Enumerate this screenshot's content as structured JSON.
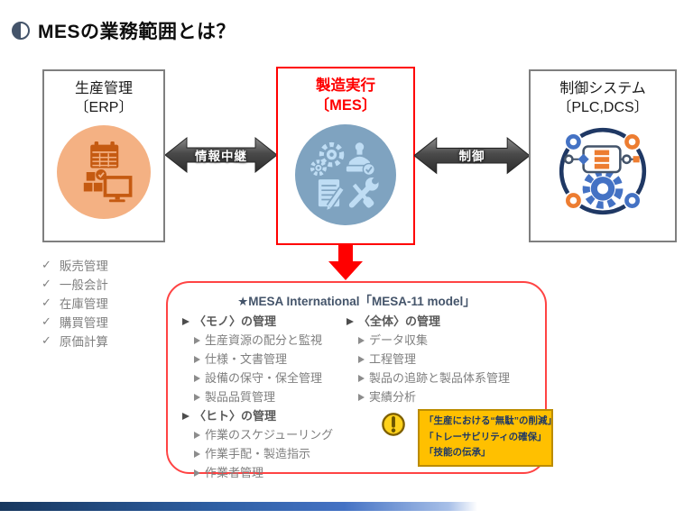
{
  "title": {
    "text": "MESの業務範囲とは？"
  },
  "boxes": {
    "erp": {
      "line1": "生産管理",
      "line2": "〔ERP〕"
    },
    "mes": {
      "line1": "製造実行",
      "line2": "〔MES〕"
    },
    "plc": {
      "line1": "制御システム",
      "line2": "〔PLC,DCS〕"
    }
  },
  "arrows": {
    "relay": "情報中継",
    "control": "制御"
  },
  "erp_functions": [
    "販売管理",
    "一般会計",
    "在庫管理",
    "購買管理",
    "原価計算"
  ],
  "icons": {
    "check": "✓",
    "warning": "exclamation-circle",
    "title_bullet": "half-filled-circle"
  },
  "mesa": {
    "title": "★MESA International「MESA-11 model」",
    "left_groups": [
      {
        "header": "〈モノ〉の管理",
        "items": [
          "生産資源の配分と監視",
          "仕様・文書管理",
          "設備の保守・保全管理",
          "製品品質管理"
        ]
      },
      {
        "header": "〈ヒト〉の管理",
        "items": [
          "作業のスケジューリング",
          "作業手配・製造指示",
          "作業者管理"
        ]
      }
    ],
    "right_groups": [
      {
        "header": "〈全体〉の管理",
        "items": [
          "データ収集",
          "工程管理",
          "製品の追跡と製品体系管理",
          "実績分析"
        ]
      }
    ],
    "callout": {
      "lines": [
        "「生産における“無駄”の削減」",
        "「トレーサビリティの確保」",
        "「技能の伝承」"
      ]
    }
  },
  "colors": {
    "accent_red": "#FF0000",
    "mesa_border": "#FF4343",
    "erp_circle": "#F4B183",
    "erp_icon": "#C55A11",
    "mes_circle": "#7FA3C0",
    "mes_icon": "#BFDDF4",
    "box_border_gray": "#7F7F7F",
    "arrow_gray": "#3F3F3F",
    "plc_blue": "#4472C4",
    "plc_orange": "#ED7D31",
    "plc_navy": "#1F3864",
    "callout_bg": "#FFC000",
    "callout_border": "#BC8C00",
    "callout_text": "#1F3864",
    "footer_bar_blue": "#17375E"
  }
}
